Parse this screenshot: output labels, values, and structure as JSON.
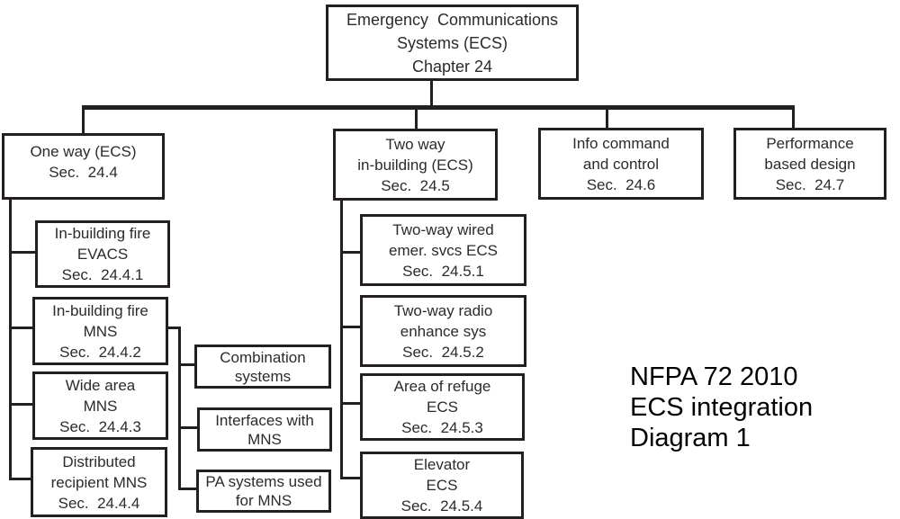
{
  "diagram": {
    "root": {
      "label": "Emergency  Communications\nSystems (ECS)\nChapter 24"
    },
    "branches": [
      {
        "id": "one-way",
        "label": "One way (ECS)\nSec.  24.4"
      },
      {
        "id": "two-way",
        "label": "Two way\nin-building (ECS)\nSec.  24.5"
      },
      {
        "id": "info-command",
        "label": "Info command\nand control\nSec.  24.6"
      },
      {
        "id": "performance",
        "label": "Performance\nbased design\nSec.  24.7"
      }
    ],
    "one_way_children": [
      {
        "id": "in-building-fire-evacs",
        "label": "In-building fire\nEVACS\nSec.  24.4.1"
      },
      {
        "id": "in-building-fire-mns",
        "label": "In-building fire\nMNS\nSec.  24.4.2"
      },
      {
        "id": "wide-area-mns",
        "label": "Wide area\nMNS\nSec.  24.4.3"
      },
      {
        "id": "distributed-recipient-mns",
        "label": "Distributed\nrecipient MNS\nSec.  24.4.4"
      }
    ],
    "mns_related": [
      {
        "id": "combination-systems",
        "label": "Combination\nsystems"
      },
      {
        "id": "interfaces-with-mns",
        "label": "Interfaces with\nMNS"
      },
      {
        "id": "pa-systems-for-mns",
        "label": "PA systems used\nfor MNS"
      }
    ],
    "two_way_children": [
      {
        "id": "two-way-wired",
        "label": "Two-way wired\nemer. svcs ECS\nSec.  24.5.1"
      },
      {
        "id": "two-way-radio",
        "label": "Two-way radio\nenhance sys\nSec.  24.5.2"
      },
      {
        "id": "area-of-refuge",
        "label": "Area of refuge\nECS\nSec.  24.5.3"
      },
      {
        "id": "elevator-ecs",
        "label": "Elevator\nECS\nSec.  24.5.4"
      }
    ]
  },
  "caption": {
    "text": "NFPA 72 2010\nECS integration\nDiagram 1"
  },
  "colors": {
    "line": "#231f20",
    "text": "#2b2b2b",
    "caption_text": "#000000",
    "background": "#ffffff"
  }
}
